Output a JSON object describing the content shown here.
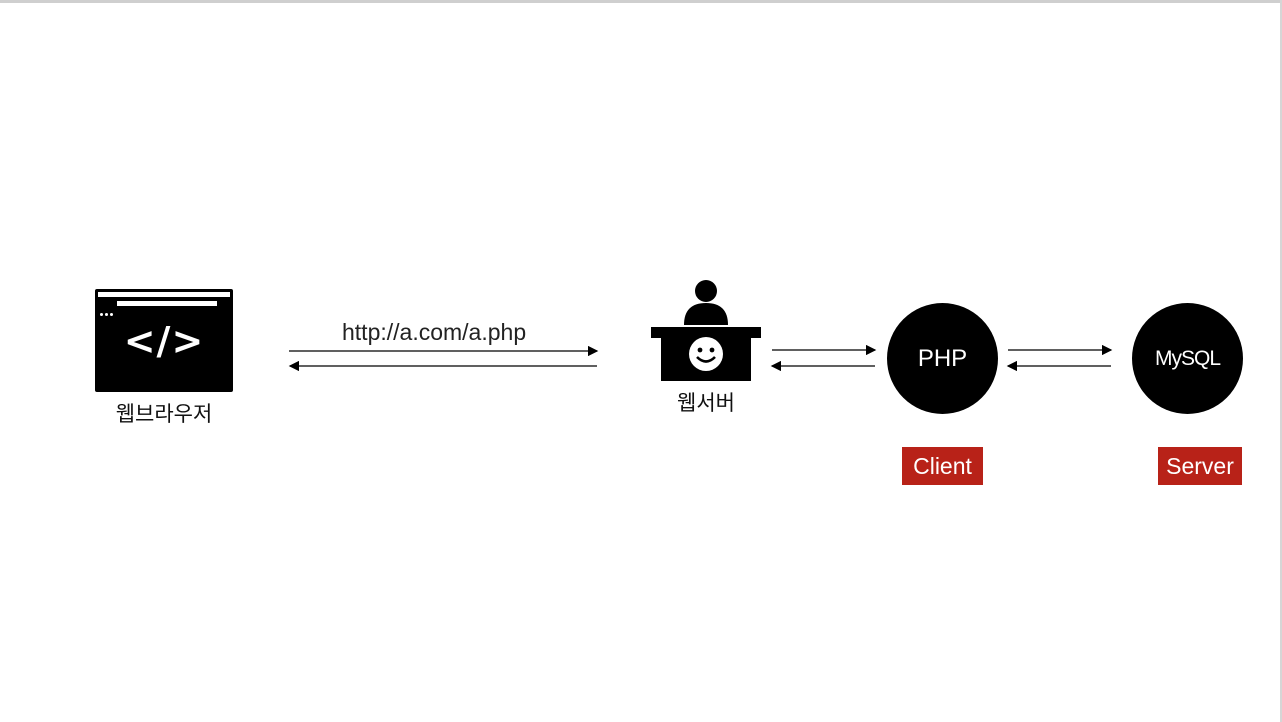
{
  "diagram": {
    "browser": {
      "code_symbol": "</>",
      "label": "웹브라우저"
    },
    "request_url": "http://a.com/a.php",
    "webserver": {
      "label": "웹서버"
    },
    "php": {
      "label": "PHP"
    },
    "mysql": {
      "label": "MySQL"
    },
    "tags": {
      "client": "Client",
      "server": "Server"
    },
    "colors": {
      "node": "#000000",
      "tag": "#b82218",
      "background": "#ffffff"
    },
    "icons": {
      "browser": "code-window-icon",
      "webserver": "receptionist-desk-icon"
    }
  }
}
